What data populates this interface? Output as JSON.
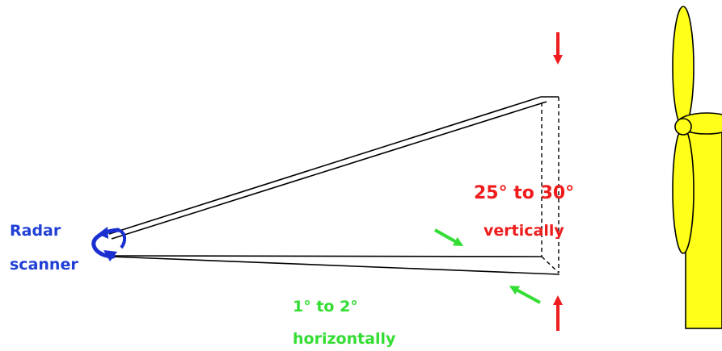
{
  "labels": {
    "radar_line1": "Radar",
    "radar_line2": "scanner",
    "vertical_angle": "25° to 30°",
    "vertical_word": "vertically",
    "horizontal_angle": "1° to 2°",
    "horizontal_word": "horizontally"
  },
  "colors": {
    "radar_text": "#1f3fd6",
    "radar_icon": "#1a2fd0",
    "vertical": "#ee1c1c",
    "horizontal": "#33dd33",
    "turbine_fill": "#ffff1a",
    "line": "#000000"
  },
  "icons": {
    "radar": "curved-arrow-icon",
    "turbine": "wind-turbine-icon"
  }
}
